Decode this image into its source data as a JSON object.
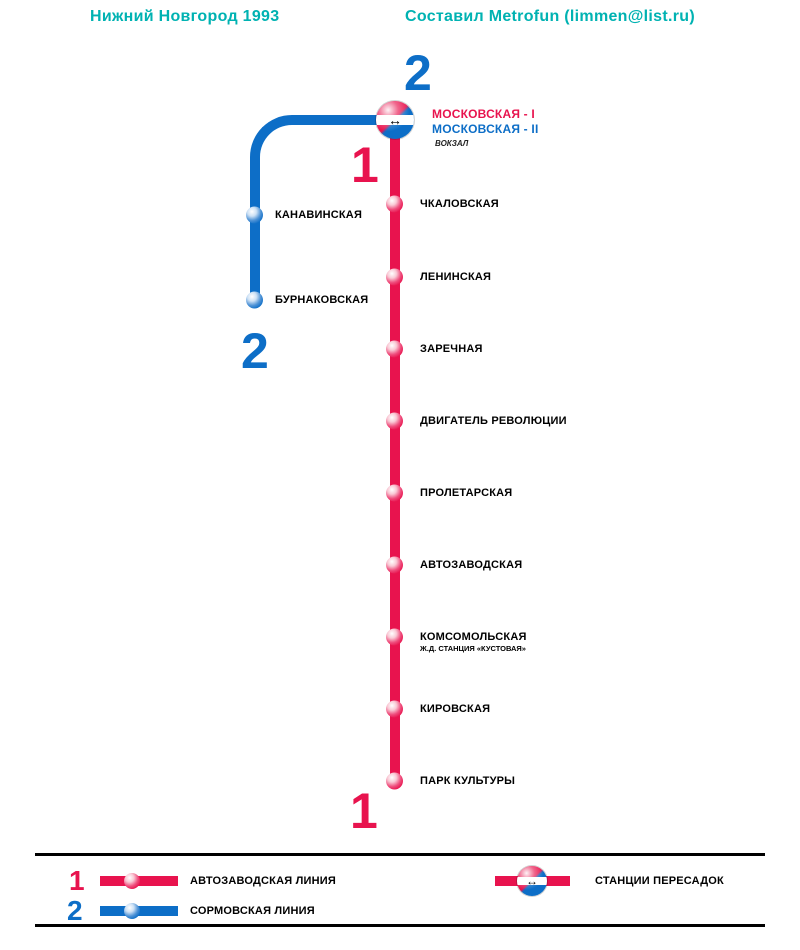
{
  "header": {
    "title": "Нижний Новгород 1993",
    "credit": "Составил Metrofun (limmen@list.ru)"
  },
  "colors": {
    "line1_red": "#e8134e",
    "line2_blue": "#0d6ec7",
    "header_teal": "#00b2b2"
  },
  "map": {
    "line1_badge": "1",
    "line2_badge": "2",
    "transfer_station": {
      "line1_name": "МОСКОВСКАЯ - I",
      "line2_name": "МОСКОВСКАЯ - II",
      "note": "ВОКЗАЛ"
    },
    "transfer_arrow": "↔",
    "line1_stations": [
      "ЧКАЛОВСКАЯ",
      "ЛЕНИНСКАЯ",
      "ЗАРЕЧНАЯ",
      "ДВИГАТЕЛЬ РЕВОЛЮЦИИ",
      "ПРОЛЕТАРСКАЯ",
      "АВТОЗАВОДСКАЯ",
      "КОМСОМОЛЬСКАЯ",
      "КИРОВСКАЯ",
      "ПАРК КУЛЬТУРЫ"
    ],
    "komsomolskaya_note": "Ж.Д. СТАНЦИЯ «КУСТОВАЯ»",
    "line2_stations": [
      "КАНАВИНСКАЯ",
      "БУРНАКОВСКАЯ"
    ]
  },
  "legend": {
    "line1": {
      "number": "1",
      "label": "АВТОЗАВОДСКАЯ ЛИНИЯ"
    },
    "line2": {
      "number": "2",
      "label": "СОРМОВСКАЯ ЛИНИЯ"
    },
    "transfer_label": "СТАНЦИИ ПЕРЕСАДОК"
  }
}
